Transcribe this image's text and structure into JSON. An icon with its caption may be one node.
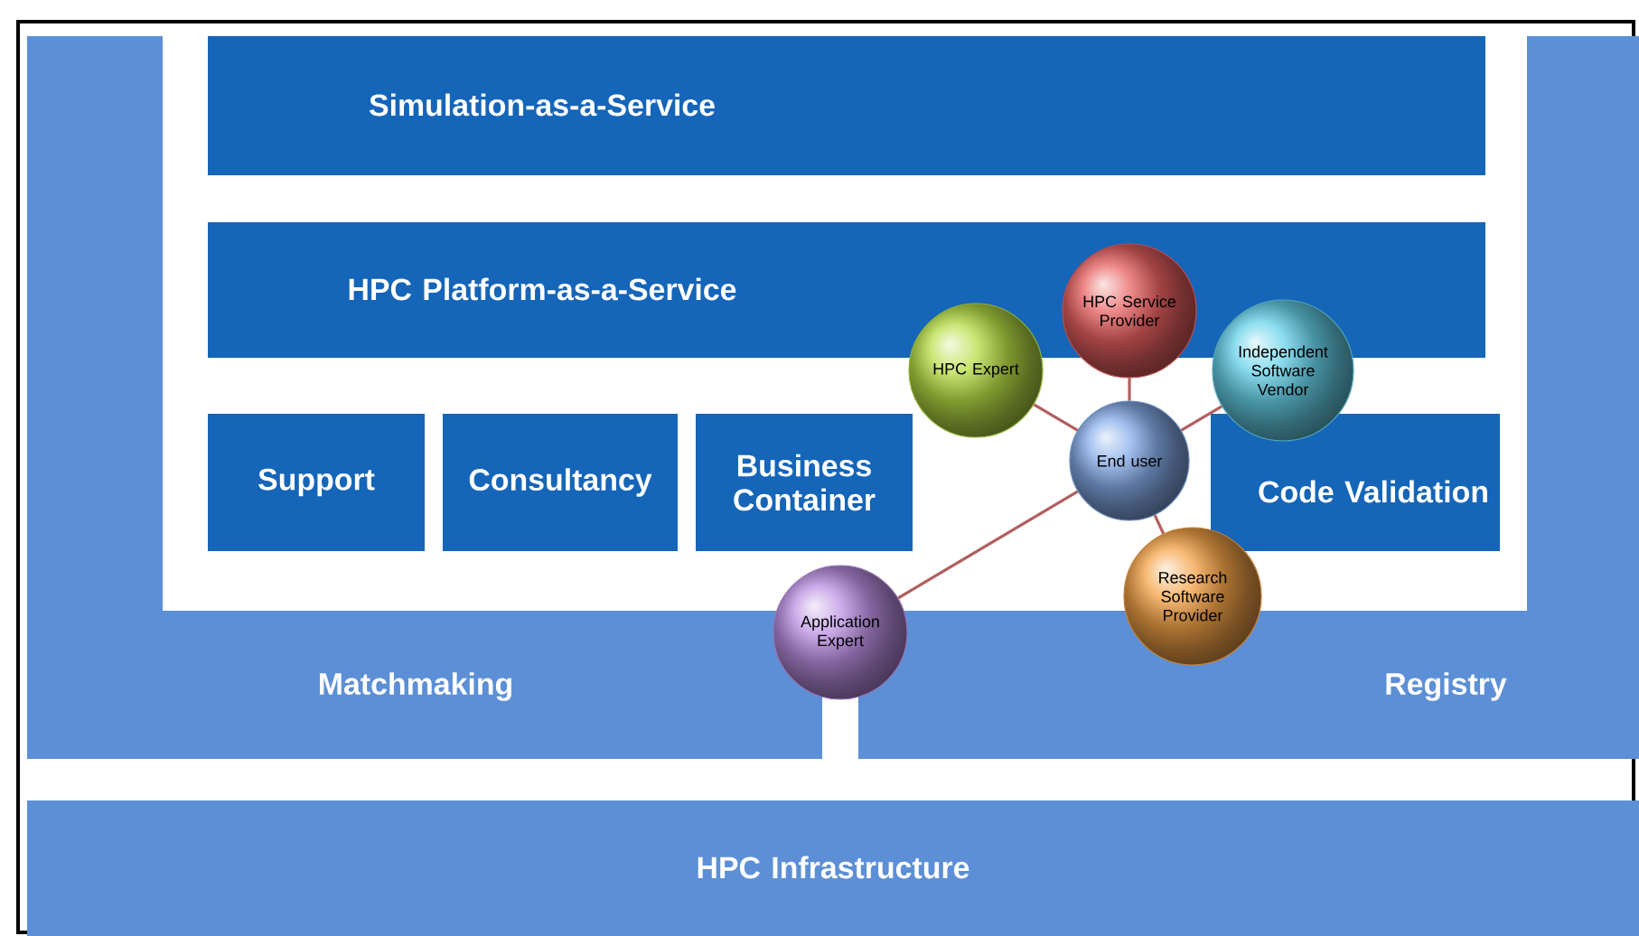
{
  "diagram": {
    "nodes": [
      {
        "text": [
          "Simulation-as-a-Service"
        ]
      },
      {
        "text": [
          "HPC Platform-as-a-Service"
        ]
      },
      {
        "text": [
          "Support"
        ]
      },
      {
        "text": [
          "Consultancy"
        ]
      },
      {
        "text": [
          "Business Container"
        ]
      },
      {
        "text": [
          "Code Validation"
        ]
      },
      {
        "text": [
          "Matchmaking"
        ]
      },
      {
        "text": [
          "Registry"
        ]
      },
      {
        "text": [
          "HPC Infrastructure"
        ]
      },
      {
        "text": [
          "HPC Service Provider"
        ]
      },
      {
        "text": [
          "HPC Expert"
        ]
      },
      {
        "text": [
          "Independent Software Vendor"
        ]
      },
      {
        "text": [
          "End user"
        ]
      },
      {
        "text": [
          "Application Expert"
        ]
      },
      {
        "text": [
          "Research Software Provider"
        ]
      }
    ],
    "edges": [
      {
        "from": 12,
        "to": 9,
        "arrow": "none"
      },
      {
        "from": 12,
        "to": 10,
        "arrow": "none"
      },
      {
        "from": 12,
        "to": 11,
        "arrow": "none"
      },
      {
        "from": 12,
        "to": 13,
        "arrow": "none"
      },
      {
        "from": 12,
        "to": 14,
        "arrow": "none"
      }
    ]
  }
}
